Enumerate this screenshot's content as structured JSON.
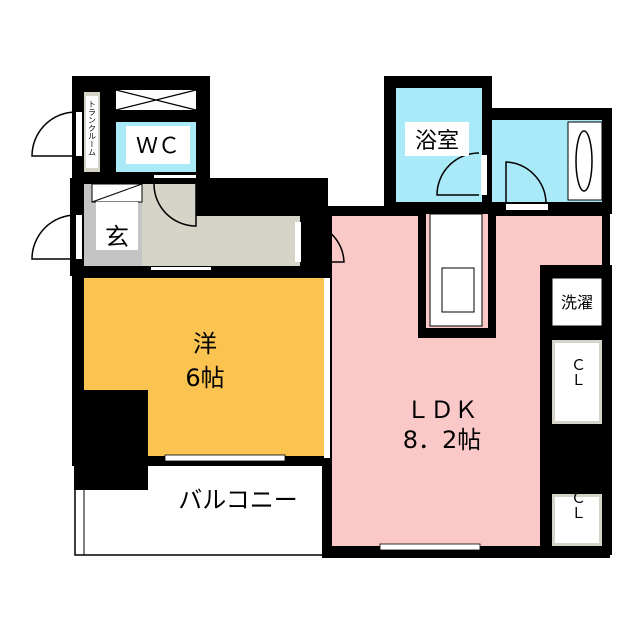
{
  "rooms": {
    "western": {
      "name": "洋",
      "size": "6帖"
    },
    "ldk": {
      "name": "ＬＤＫ",
      "size": "8．2帖"
    },
    "balcony": {
      "name": "バルコニー"
    },
    "bath": {
      "name": "浴室"
    },
    "wc": {
      "name": "ＷＣ"
    },
    "entrance": {
      "name": "玄"
    },
    "laundry": {
      "name": "洗濯"
    },
    "closet1": {
      "name": "ＣＬ"
    },
    "closet2": {
      "name": "ＣＬ"
    },
    "trunk_room": {
      "name": "トランクルーム"
    }
  },
  "colors": {
    "wall": "#000000",
    "western": "#fbc350",
    "ldk": "#fbc8c8",
    "water": "#aaeaf8",
    "hall": "#d6d3c8",
    "entrance": "#c4c4c4"
  }
}
